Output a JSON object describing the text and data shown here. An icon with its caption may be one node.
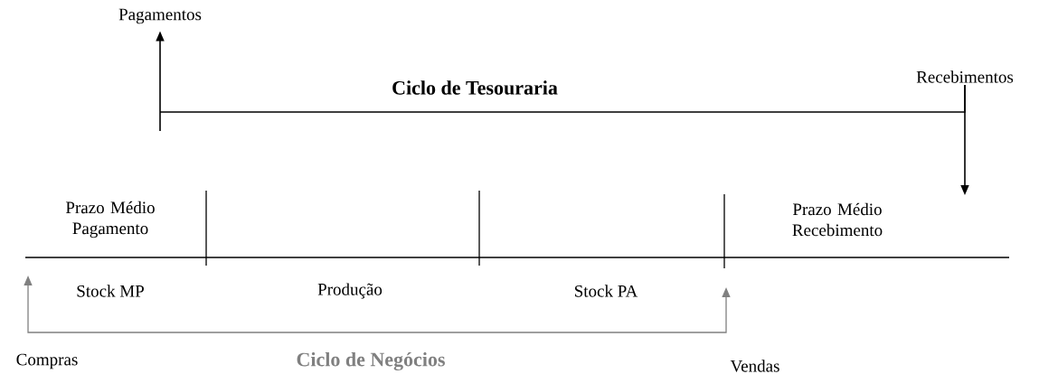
{
  "diagram": {
    "nodes": [
      {
        "text": [
          "Pagamentos"
        ]
      },
      {
        "text": [
          "Recebimentos"
        ]
      }
    ],
    "edges": [
      {
        "from": 1,
        "to": 0,
        "arrow": "to",
        "label": "Ciclo de Tesouraria"
      },
      {
        "from": 1,
        "to": null,
        "arrow": "to"
      }
    ],
    "labels": [
      "Prazo Médio Pagamento",
      "Prazo Médio Recebimento",
      "Stock MP",
      "Produção",
      "Stock PA",
      "Compras",
      "Ciclo de Negócios",
      "Vendas"
    ]
  }
}
